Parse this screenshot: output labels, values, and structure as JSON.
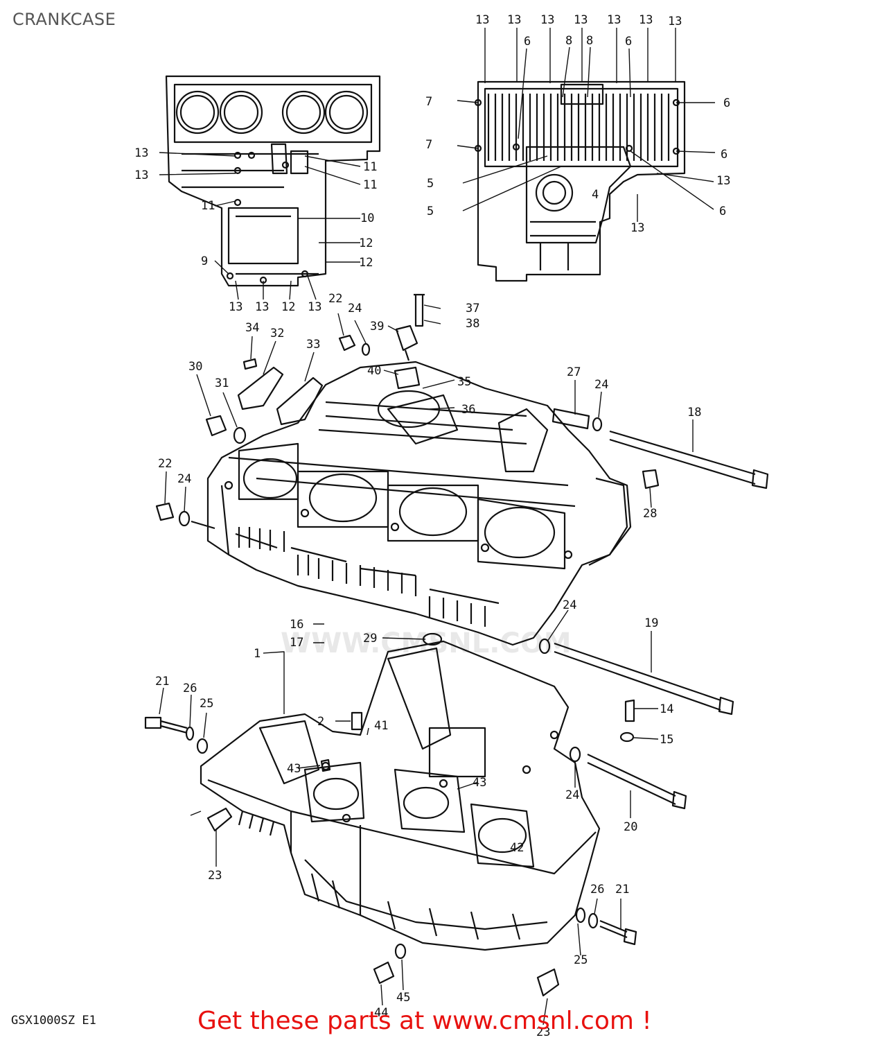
{
  "page": {
    "title": "CRANKCASE",
    "model_code": "GSX1000SZ E1",
    "cta_text": "Get these parts at www.cmsnl.com !",
    "watermark_text": "WWW.CMSNL.COM",
    "accent_color": "#e8110f",
    "line_color": "#111111"
  },
  "callouts": {
    "tr_13a": "13",
    "tr_13b": "13",
    "tr_13c": "13",
    "tr_13d": "13",
    "tr_13e": "13",
    "tr_13f": "13",
    "tr_13g": "13",
    "tr_6a": "6",
    "tr_8a": "8",
    "tr_8b": "8",
    "tr_6b": "6",
    "tr_7a": "7",
    "tr_7b": "7",
    "tr_5a": "5",
    "tr_5b": "5",
    "tr_6c": "6",
    "tr_6d": "6",
    "tr_13h": "13",
    "tr_6e": "6",
    "tr_13i": "13",
    "tr_4": "4",
    "tl_13a": "13",
    "tl_13b": "13",
    "tl_11a": "11",
    "tl_11b": "11",
    "tl_11c": "11",
    "tl_10": "10",
    "tl_12a": "12",
    "tl_12b": "12",
    "tl_9": "9",
    "tl_13c": "13",
    "tl_13d": "13",
    "tl_12c": "12",
    "tl_13e": "13",
    "m_22a": "22",
    "m_24a": "24",
    "m_37": "37",
    "m_38": "38",
    "m_39": "39",
    "m_34": "34",
    "m_32": "32",
    "m_33": "33",
    "m_30": "30",
    "m_31": "31",
    "m_40": "40",
    "m_35": "35",
    "m_36": "36",
    "m_27": "27",
    "m_24b": "24",
    "m_18": "18",
    "m_22b": "22",
    "m_24c": "24",
    "m_28": "28",
    "m_16": "16",
    "m_17": "17",
    "m_29": "29",
    "m_1": "1",
    "m_24d": "24",
    "m_19": "19",
    "b_21a": "21",
    "b_26a": "26",
    "b_25a": "25",
    "b_2": "2",
    "b_41": "41",
    "b_43a": "43",
    "b_43b": "43",
    "b_14": "14",
    "b_15": "15",
    "b_24": "24",
    "b_20": "20",
    "b_23a": "23",
    "b_42": "42",
    "b_26b": "26",
    "b_21b": "21",
    "b_25b": "25",
    "b_44": "44",
    "b_45": "45",
    "b_23b": "23"
  }
}
